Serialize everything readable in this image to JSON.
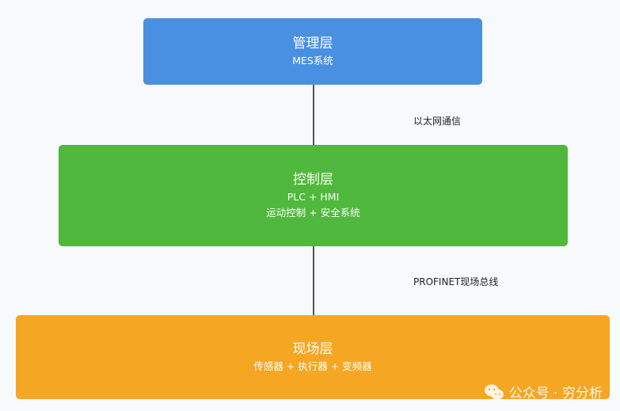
{
  "layers": [
    {
      "title": "管理层",
      "lines": [
        "MES系统"
      ],
      "color": "#4a90e2"
    },
    {
      "title": "控制层",
      "lines": [
        "PLC + HMI",
        "运动控制 + 安全系统"
      ],
      "color": "#50b83c"
    },
    {
      "title": "现场层",
      "lines": [
        "传感器 + 执行器 + 变频器"
      ],
      "color": "#f5a623"
    }
  ],
  "connections": [
    {
      "label": "以太网通信"
    },
    {
      "label": "PROFINET现场总线"
    }
  ],
  "watermark": {
    "text": "公众号 · 穷分析",
    "icon": "wechat-icon"
  }
}
